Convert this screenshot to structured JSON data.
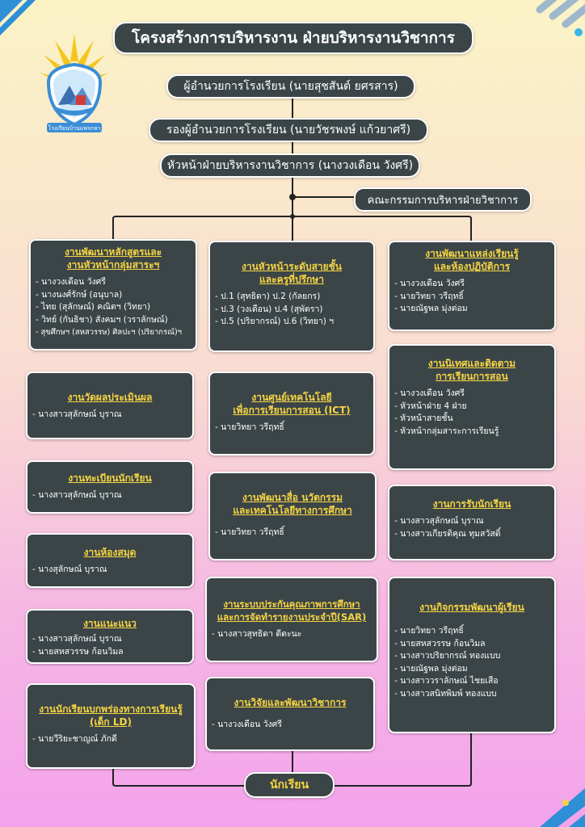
{
  "title": "โครงสร้างการบริหารงาน ฝ่ายบริหารงานวิชาการ",
  "logo": {
    "text": "โรงเรียนบ้านแพรกหา"
  },
  "chain": [
    "ผู้อำนวยการโรงเรียน (นายสุชสันต์  ยศรสาร)",
    "รองผู้อำนวยการโรงเรียน (นายวัชรพงษ์   แก้วยาศรี)",
    "หัวหน้าฝ่ายบริหารงานวิชาการ (นางวงเดือน    วังศรี)"
  ],
  "committee": "คณะกรรมการบริหารฝ่ายวิชาการ",
  "boxes": {
    "curriculum": {
      "head": [
        "งานพัฒนาหลักสูตรและ",
        "งานหัวหน้ากลุ่มสาระฯ"
      ],
      "items": [
        "-  นางวงเดือน  วังศรี",
        "-  นางนงศ์รักษ์ (อนุบาล)",
        "-  ไทย (สุลักษณ์)   คณิตฯ (วิทยา)",
        "-  วิทย์ (กันธิชา)   สังคมฯ (วราลักษณ์)",
        "-  สุขศึกษฯ (สหสวรรษ) ศิลปะฯ (ปริยากรณ์)ฯ"
      ]
    },
    "evaluation": {
      "head": [
        "งานวัดผลประเมินผล"
      ],
      "items": [
        "-  นางสาวสุลักษณ์   บุราณ"
      ]
    },
    "registration": {
      "head": [
        "งานทะเบียนนักเรียน"
      ],
      "items": [
        "-  นางสาวสุลักษณ์   บุราณ"
      ]
    },
    "library": {
      "head": [
        "งานห้องสมุด"
      ],
      "items": [
        "-  นางสุลักษณ์   บุราณ"
      ]
    },
    "guidance": {
      "head": [
        "งานแนะแนว"
      ],
      "items": [
        "-  นางสาวสุลักษณ์   บุราณ",
        "-  นายสหสวรรษ   ก้อนวิมล"
      ]
    },
    "ld": {
      "head": [
        "งานนักเรียนบกพร่องทางการเรียนรู้",
        "(เด็ก LD)"
      ],
      "items": [
        "-  นายวีริยะชาญณ์   ภักดี"
      ]
    },
    "homeroom": {
      "head": [
        "งานหัวหน้าระดับสายชั้น",
        "และครูที่ปรึกษา"
      ],
      "items": [
        "-  ป.1 (สุทธิดา)     ป.2 (กัลยกร)",
        "-  ป.3 (วงเดือน)   ป.4 (สุพัตรา)",
        "-  ป.5 (ปริยากรณ์)  ป.6 (วิทยา) ฯ"
      ]
    },
    "ict": {
      "head": [
        "งานศูนย์เทคโนโลยี",
        "เพื่อการเรียนการสอน (ICT)"
      ],
      "items": [
        "-  นายวิทยา    วรีฤทธิ์"
      ]
    },
    "media": {
      "head": [
        "งานพัฒนาสื่อ นวัตกรรม",
        "และเทคโนโลยีทางการศึกษา"
      ],
      "items": [
        "-  นายวิทยา    วรีฤทธิ์"
      ]
    },
    "qa": {
      "head": [
        "งานระบบประกันคุณภาพการศึกษา",
        "และการจัดทำรายงานประจำปี(SAR)"
      ],
      "items": [
        "-  นางสาวสุทธิดา    ดีตะนะ"
      ]
    },
    "research": {
      "head": [
        "งานวิจัยและพัฒนาวิชาการ"
      ],
      "items": [
        "-  นางวงเดือน    วังศรี"
      ]
    },
    "learning": {
      "head": [
        "งานพัฒนาแหล่งเรียนรู้",
        "และห้องปฏิบัติการ"
      ],
      "items": [
        "-  นางวงเดือน วังศรี",
        "-  นายวิทยา   วรีฤทธิ์",
        "-  นายณัฐพล   มุ่งต่อม"
      ]
    },
    "supervision": {
      "head": [
        "งานนิเทศและติดตาม",
        "การเรียนการสอน"
      ],
      "items": [
        "-  นางวงเดือน    วังศรี",
        "-  หัวหน้าฝ่าย 4 ฝ่าย",
        "-  หัวหน้าสายชั้น",
        "-  หัวหน้ากลุ่มสาระการเรียนรู้"
      ]
    },
    "admission": {
      "head": [
        "งานการรับนักเรียน"
      ],
      "items": [
        "-  นางสาวสุลักษณ์   บุราณ",
        "-  นางสาวเกียรติคุณ  ทุมสวัสดิ์"
      ]
    },
    "activities": {
      "head": [
        "งานกิจกรรมพัฒนาผู้เรียน"
      ],
      "items": [
        "-  นายวิทยา     วรีฤทธิ์",
        "-  นายสหสวรรษ    ก้อนวิมล",
        "-  นางสาวปริยากรณ์    ทองแบบ",
        "-  นายณัฐพล    มุ่งต่อม",
        "-  นางสาววราลักษณ์   ไชยเสือ",
        "-  นางสาวสนิทพิมพ์   ทองแบบ"
      ]
    }
  },
  "bottom": "นักเรียน",
  "colors": {
    "box": "#3b4548",
    "heading": "#f5d442",
    "line": "#222222"
  }
}
